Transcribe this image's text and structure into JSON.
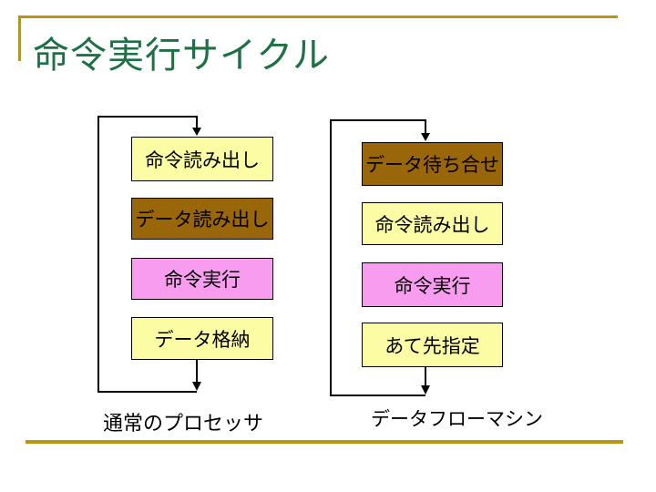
{
  "title": "命令実行サイクル",
  "colors": {
    "title_green": "#1E7145",
    "rule_gold": "#B8960F",
    "box_yellow": "#FCFCA4",
    "box_brown": "#9A660A",
    "box_pink": "#F89CF0",
    "connector": "#000000"
  },
  "left_flow": {
    "caption": "通常のプロセッサ",
    "boxes": [
      {
        "label": "命令読み出し",
        "fill": "#FCFCA4"
      },
      {
        "label": "データ読み出し",
        "fill": "#9A660A"
      },
      {
        "label": "命令実行",
        "fill": "#F89CF0"
      },
      {
        "label": "データ格納",
        "fill": "#FCFCA4"
      }
    ]
  },
  "right_flow": {
    "caption": "データフローマシン",
    "boxes": [
      {
        "label": "データ待ち合せ",
        "fill": "#9A660A"
      },
      {
        "label": "命令読み出し",
        "fill": "#FCFCA4"
      },
      {
        "label": "命令実行",
        "fill": "#F89CF0"
      },
      {
        "label": "あて先指定",
        "fill": "#FCFCA4"
      }
    ]
  }
}
